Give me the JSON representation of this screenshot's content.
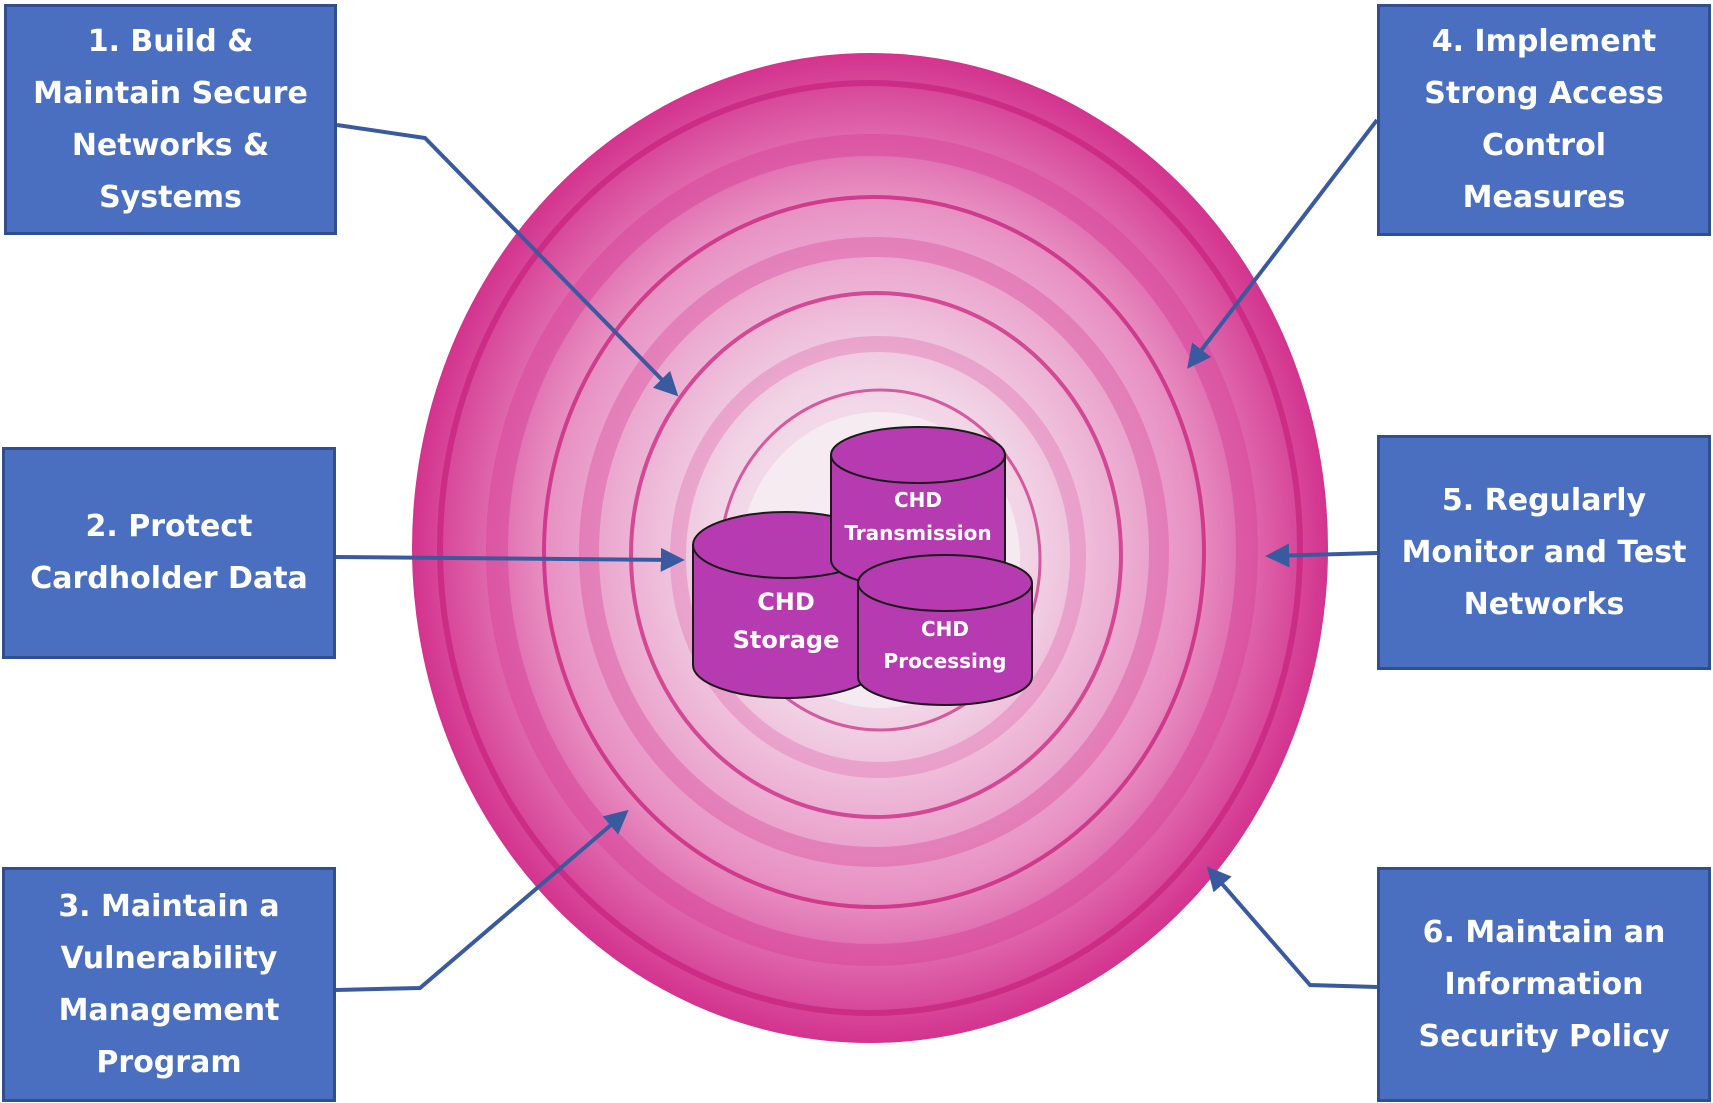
{
  "boxes": {
    "b1": "1.  Build &\nMaintain Secure\nNetworks &\nSystems",
    "b2": "2.  Protect\nCardholder Data",
    "b3": "3.  Maintain a\nVulnerability\nManagement\nProgram",
    "b4": "4.  Implement\nStrong Access\nControl\nMeasures",
    "b5": "5.  Regularly\nMonitor and Test\nNetworks",
    "b6": "6.  Maintain an\nInformation\nSecurity Policy"
  },
  "cylinders": {
    "storage_line1": "CHD",
    "storage_line2": "Storage",
    "transmission_line1": "CHD",
    "transmission_line2": "Transmission",
    "processing_line1": "CHD",
    "processing_line2": "Processing"
  },
  "colors": {
    "box_fill": "#4a6fc0",
    "box_border": "#2f4f8f",
    "arrow": "#3a5a9f",
    "onion": "#d62f8e",
    "cylinder": "#b73bb0"
  }
}
